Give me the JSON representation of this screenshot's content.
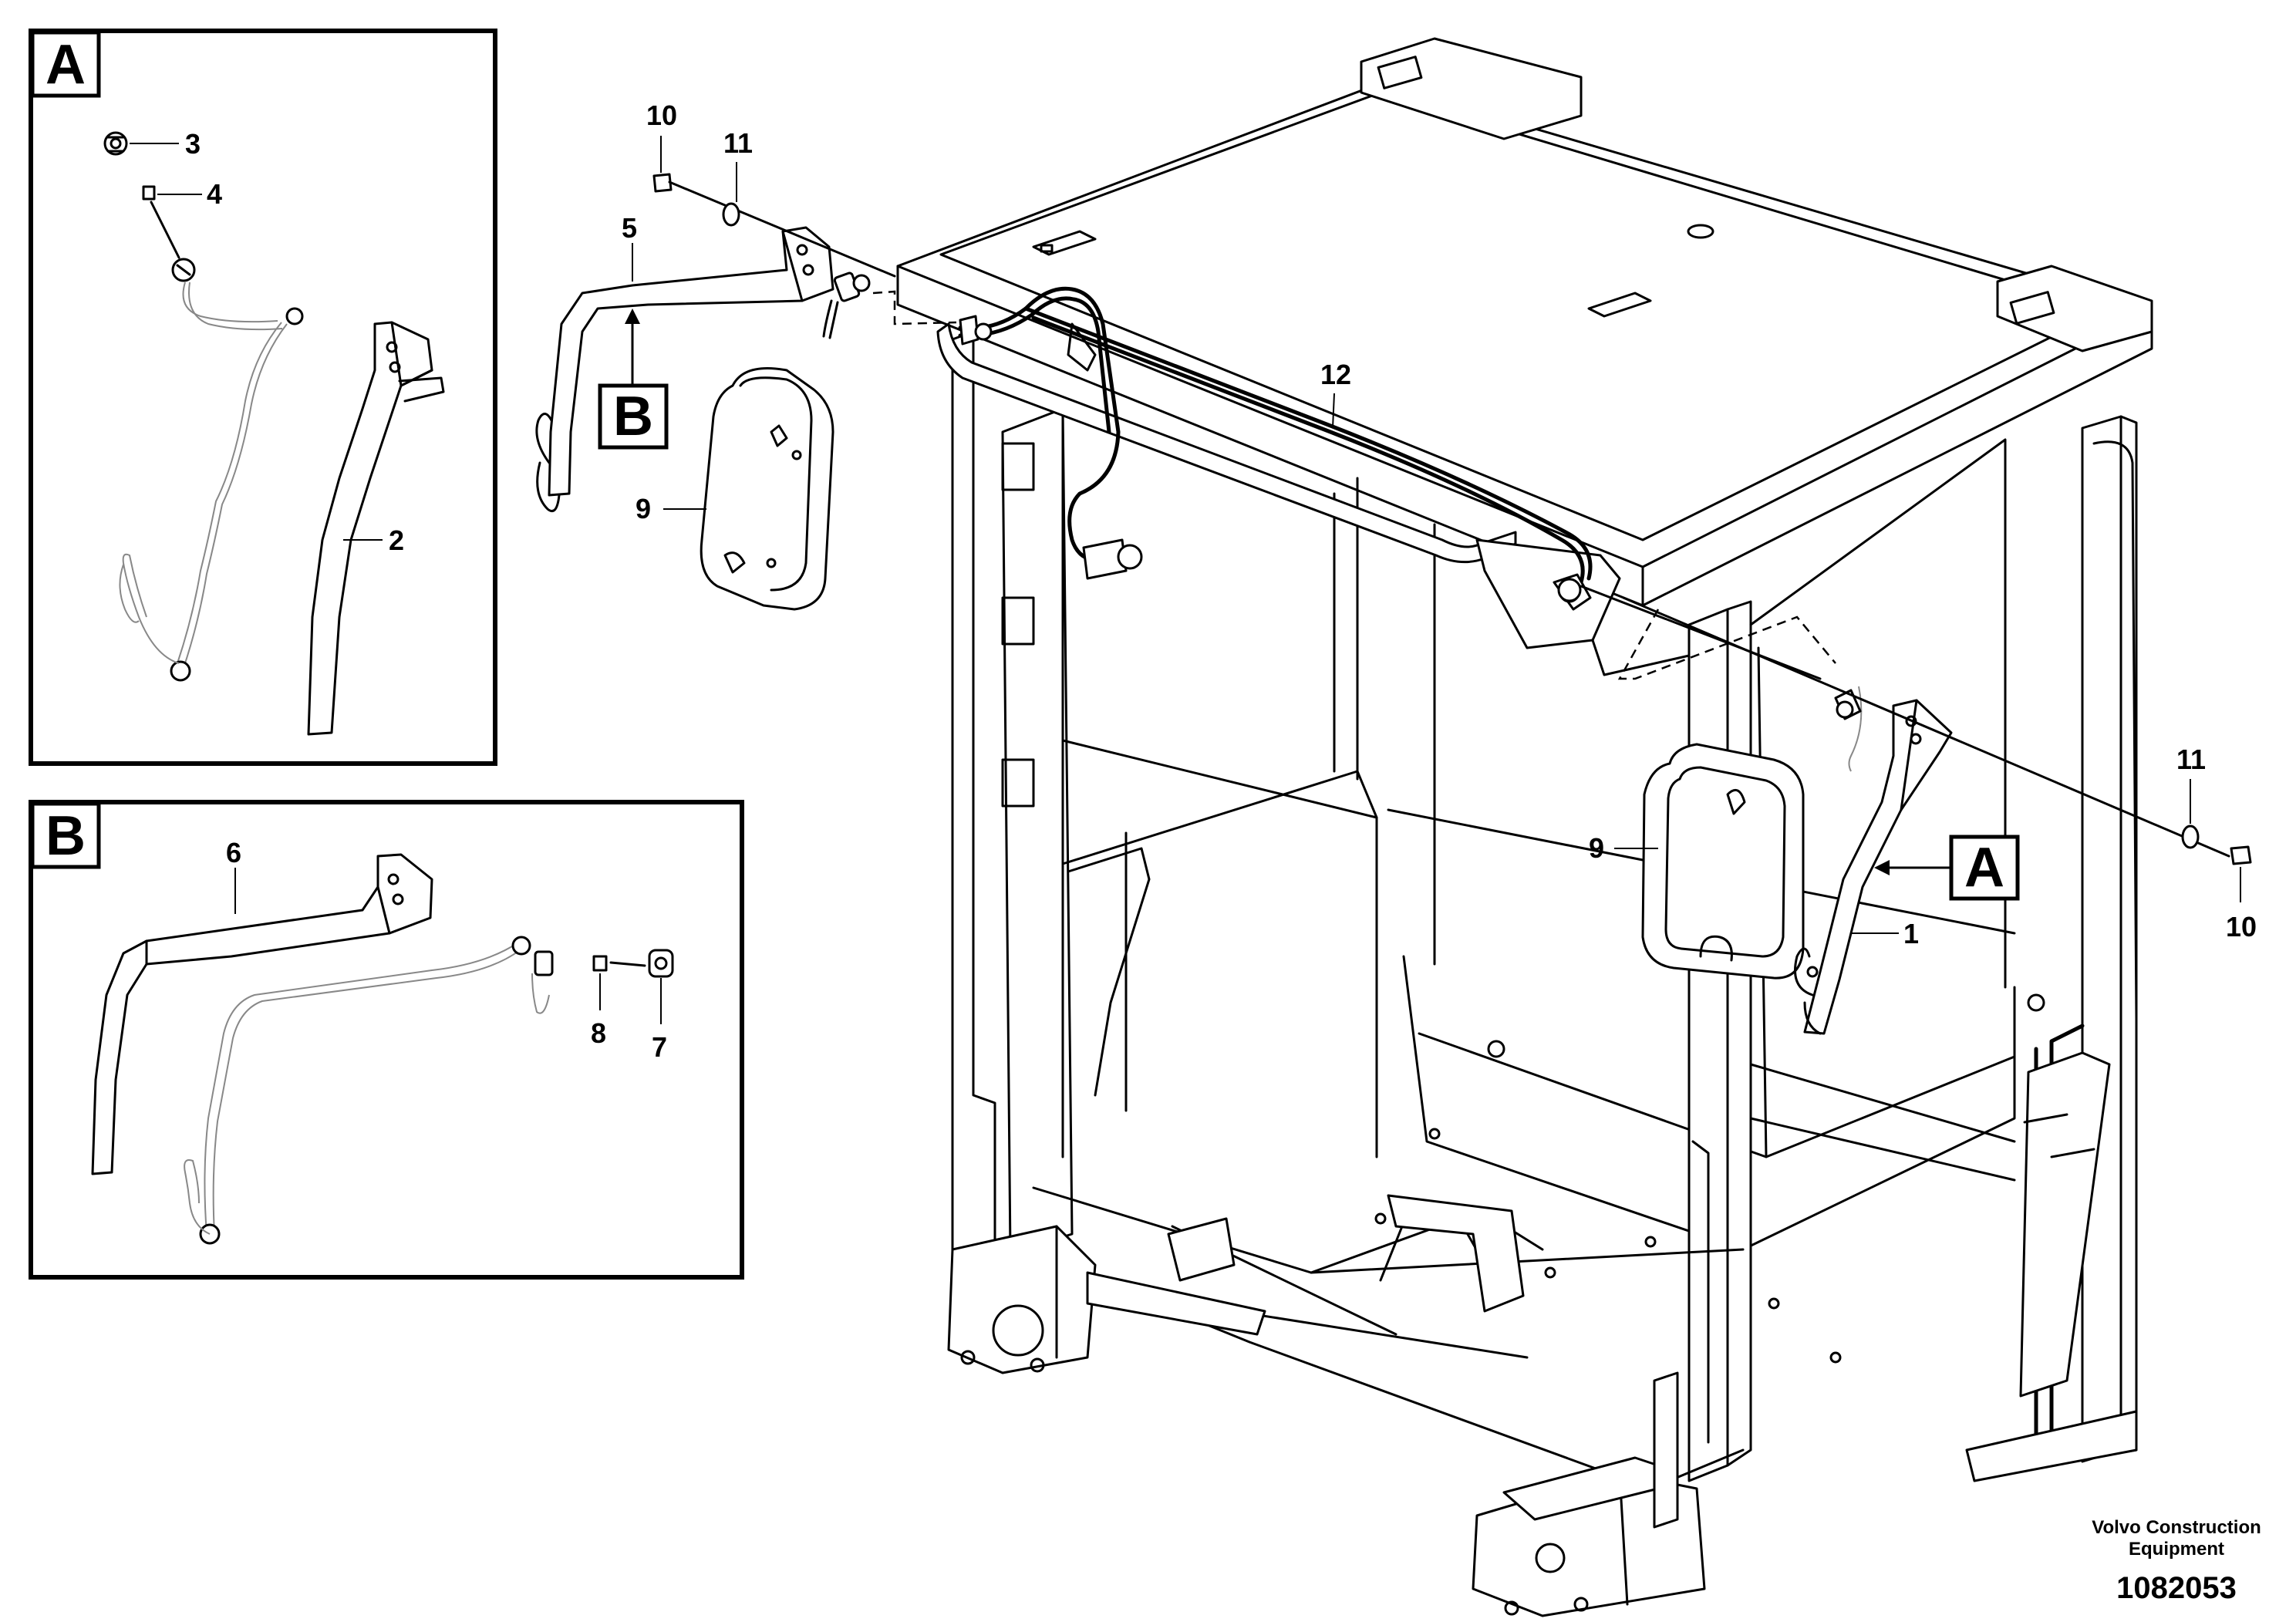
{
  "inset_a": {
    "letter": "A",
    "callouts": [
      "3",
      "4",
      "2"
    ]
  },
  "inset_b": {
    "letter": "B",
    "callouts": [
      "6",
      "8",
      "7"
    ]
  },
  "main_callouts": {
    "c10_top": "10",
    "c11_top": "11",
    "c5": "5",
    "c12": "12",
    "c9_left": "9",
    "c9_right": "9",
    "c11_right": "11",
    "c10_right": "10",
    "c1": "1"
  },
  "view_refs": {
    "b": "B",
    "a": "A"
  },
  "footer": {
    "company_line1": "Volvo Construction",
    "company_line2": "Equipment",
    "drawing_number": "1082053"
  }
}
